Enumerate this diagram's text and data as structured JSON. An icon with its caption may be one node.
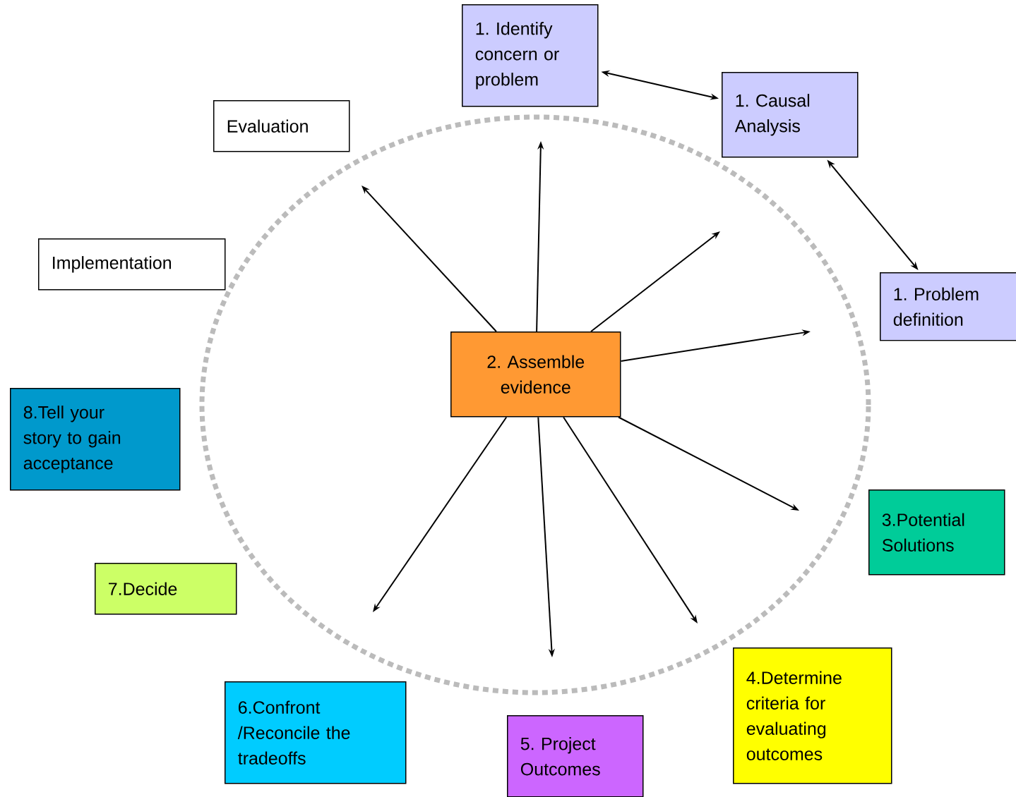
{
  "diagram": {
    "nodes": [
      {
        "text": [
          "1. Identify concern or problem"
        ]
      },
      {
        "text": [
          "1. Causal Analysis"
        ]
      },
      {
        "text": [
          "1. Problem definition"
        ]
      },
      {
        "text": [
          "Evaluation"
        ]
      },
      {
        "text": [
          "Implementation"
        ]
      },
      {
        "text": [
          "2. Assemble evidence"
        ]
      },
      {
        "text": [
          "8.Tell your story to gain acceptance"
        ]
      },
      {
        "text": [
          "3.Potential Solutions"
        ]
      },
      {
        "text": [
          "7.Decide"
        ]
      },
      {
        "text": [
          "6.Confront /Reconcile the tradeoffs"
        ]
      },
      {
        "text": [
          "5. Project Outcomes"
        ]
      },
      {
        "text": [
          "4.Determine criteria for evaluating outcomes"
        ]
      }
    ],
    "edges": [
      {
        "from": 0,
        "to": 1,
        "arrow": "both"
      },
      {
        "from": 1,
        "to": 2,
        "arrow": "both"
      },
      {
        "from": 5,
        "to": null,
        "arrow": "to"
      },
      {
        "from": 5,
        "to": null,
        "arrow": "to"
      },
      {
        "from": 5,
        "to": null,
        "arrow": "to"
      },
      {
        "from": 5,
        "to": null,
        "arrow": "to"
      },
      {
        "from": 5,
        "to": null,
        "arrow": "to"
      },
      {
        "from": 5,
        "to": null,
        "arrow": "to"
      },
      {
        "from": 5,
        "to": null,
        "arrow": "to"
      },
      {
        "from": 5,
        "to": null,
        "arrow": "to"
      }
    ]
  }
}
